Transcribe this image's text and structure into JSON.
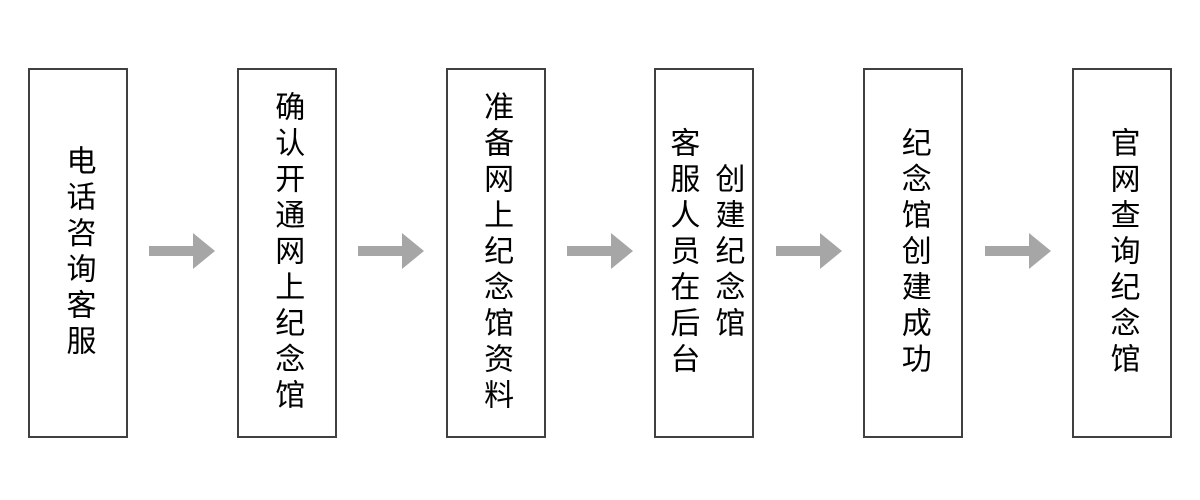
{
  "diagram_type": "flowchart",
  "direction": "left-to-right",
  "steps": [
    {
      "label": "电话咨询客服"
    },
    {
      "label": "确认开通网上纪念馆"
    },
    {
      "label": "准备网上纪念馆资料"
    },
    {
      "label": "客服人员在后台\n创建纪念馆"
    },
    {
      "label": "纪念馆创建成功"
    },
    {
      "label": "官网查询纪念馆"
    }
  ],
  "connector": "right-arrow",
  "colors": {
    "arrow": "#a6a6a6",
    "box_border": "#404040",
    "text": "#000000",
    "background": "#ffffff"
  }
}
